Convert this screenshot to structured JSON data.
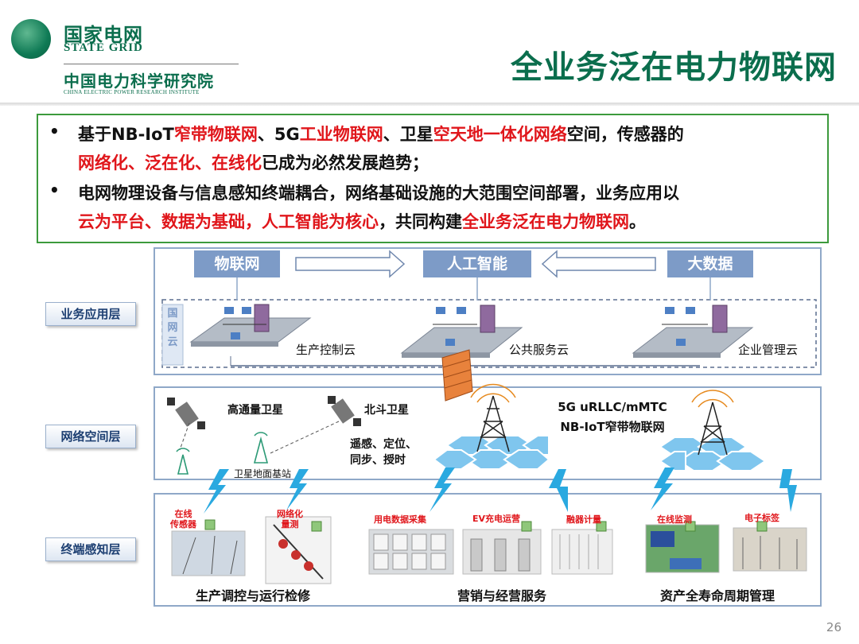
{
  "header": {
    "logo_cn": "国家电网",
    "logo_en": "STATE GRID",
    "institute_cn": "中国电力科学研究院",
    "institute_en": "CHINA ELECTRIC POWER RESEARCH INSTITUTE",
    "title": "全业务泛在电力物联网"
  },
  "bullets": [
    {
      "line1": [
        {
          "t": "基于NB-IoT",
          "red": false
        },
        {
          "t": "窄带物联网",
          "red": true
        },
        {
          "t": "、5G",
          "red": false
        },
        {
          "t": "工业物联网",
          "red": true
        },
        {
          "t": "、卫星",
          "red": false
        },
        {
          "t": "空天地一体化网络",
          "red": true
        },
        {
          "t": "空间，传感器的",
          "red": false
        }
      ],
      "line2": [
        {
          "t": "网络化、泛在化、在线化",
          "red": true
        },
        {
          "t": "已成为必然发展趋势；",
          "red": false
        }
      ]
    },
    {
      "line1": [
        {
          "t": "电网物理设备与信息感知终端耦合，网络基础设施的大范围空间部署，业务应用以",
          "red": false
        }
      ],
      "line2": [
        {
          "t": "云为平台、数据为基础，人工智能为核心",
          "red": true
        },
        {
          "t": "，共同构建",
          "red": false
        },
        {
          "t": "全业务泛在电力物联网",
          "red": true
        },
        {
          "t": "。",
          "red": false
        }
      ]
    }
  ],
  "bullet_mark": "•",
  "layers": {
    "business": "业务应用层",
    "network": "网络空间层",
    "terminal": "终端感知层"
  },
  "top_boxes": {
    "iot": "物联网",
    "ai": "人工智能",
    "bigdata": "大数据"
  },
  "guowang_cloud": "国网云",
  "clouds": {
    "production": "生产控制云",
    "public": "公共服务云",
    "enterprise": "企业管理云"
  },
  "network": {
    "sat_high": "高通量卫星",
    "sat_beidou": "北斗卫星",
    "beidou_funcs_1": "遥感、定位、",
    "beidou_funcs_2": "同步、授时",
    "ground_station": "卫星地面基站",
    "tech_1": "5G uRLLC/mMTC",
    "tech_2": "NB-IoT窄带物联网"
  },
  "terminals": {
    "online_sensor_1": "在线",
    "online_sensor_2": "传感器",
    "network_meter_1": "网络化",
    "network_meter_2": "量测",
    "elec_data": "用电数据采集",
    "ev_charge": "EV充电运营",
    "smart_meter": "融器计量",
    "online_monitor": "在线监测",
    "e_tag": "电子标签"
  },
  "groups": {
    "production": "生产调控与运行检修",
    "marketing": "营销与经营服务",
    "asset": "资产全寿命周期管理"
  },
  "page_number": "26",
  "colors": {
    "brand_green": "#0b6e4d",
    "highlight_red": "#e0161b",
    "box_blue": "#7d9bc7",
    "border_green": "#3c9a3c"
  }
}
